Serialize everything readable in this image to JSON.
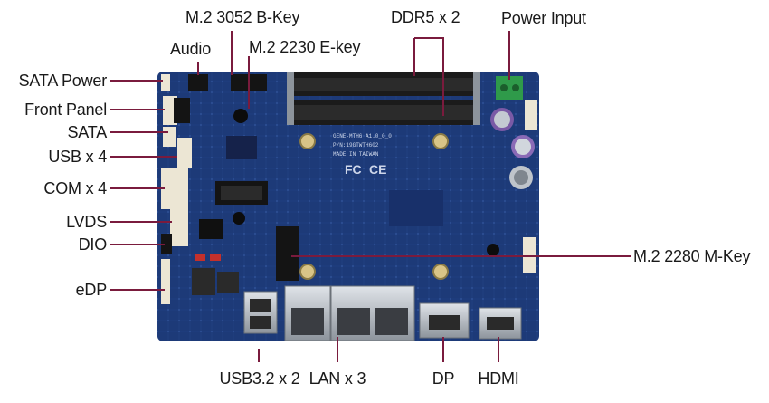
{
  "labels": {
    "sata_power": "SATA Power",
    "front_panel": "Front Panel",
    "sata": "SATA",
    "usb_x4": "USB x 4",
    "com_x4": "COM x 4",
    "lvds": "LVDS",
    "dio": "DIO",
    "edp": "eDP",
    "audio": "Audio",
    "m2_bkey": "M.2 3052 B-Key",
    "m2_ekey": "M.2 2230 E-key",
    "ddr5": "DDR5 x 2",
    "power_input": "Power Input",
    "m2_mkey": "M.2 2280 M-Key",
    "usb32": "USB3.2 x 2",
    "lan": "LAN x 3",
    "dp": "DP",
    "hdmi": "HDMI"
  },
  "board_text": {
    "model": "GENE-MTH6 A1.0_0_0",
    "pn": "P/N:19GTWTH602",
    "origin": "MADE IN TAIWAN",
    "fc": "FC",
    "ce": "CE"
  },
  "colors": {
    "pcb": "#1d3a78",
    "leader": "#7a1b3d",
    "label": "#1a1a1a",
    "connector_white": "#ece6d4",
    "terminal_green": "#2f9a4a",
    "metal": "#b9bec4"
  }
}
